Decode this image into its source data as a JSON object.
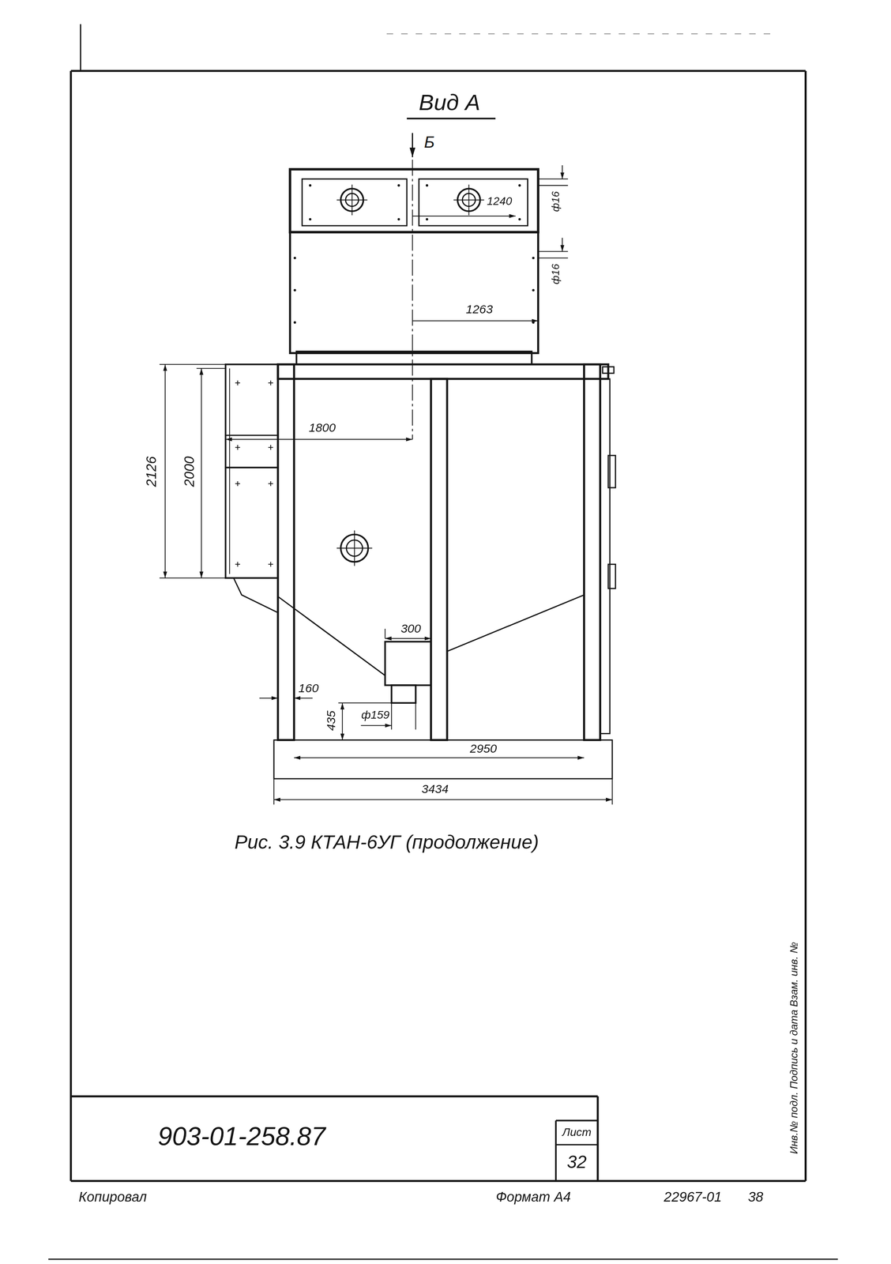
{
  "diagram": {
    "title": "Вид А",
    "caption": "Рис. 3.9 КТАН-6УГ (продолжение)",
    "labels": [
      "Б",
      "1240",
      "ф16",
      "ф16",
      "1263",
      "1800",
      "2126",
      "2000",
      "300",
      "160",
      "435",
      "ф159",
      "2950",
      "3434",
      "903-01-258.87",
      "Лист",
      "32",
      "Копировал",
      "Формат А4",
      "22967-01",
      "38",
      "Инв.№ подл. Подпись и дата Взам. инв. №"
    ]
  }
}
